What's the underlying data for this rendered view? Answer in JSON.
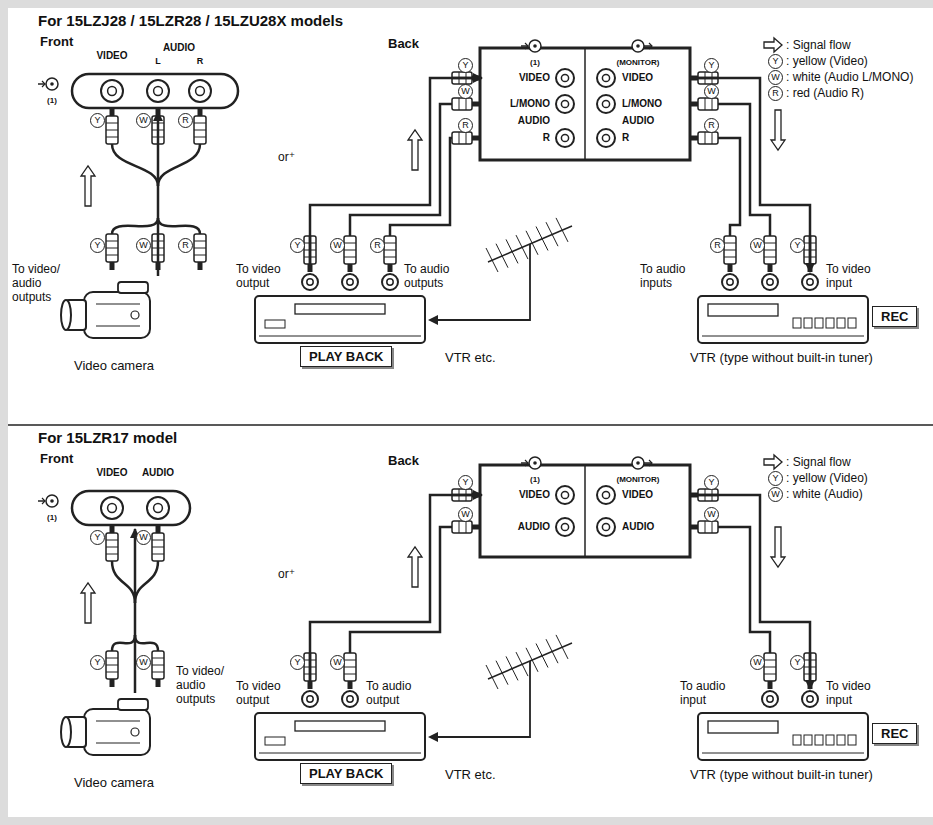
{
  "diagram": {
    "nodes": [
      {
        "text": [
          "For 15LZJ28 / 15LZR28 / 15LZU28X models"
        ]
      },
      {
        "text": [
          "VIDEO",
          "AUDIO",
          "L",
          "R"
        ],
        "in": 0
      },
      {
        "text": [
          "Video camera"
        ],
        "in": 0
      },
      {
        "text": [
          "(1)",
          "VIDEO",
          "L/MONO",
          "AUDIO",
          "R"
        ],
        "in": 0
      },
      {
        "text": [
          "(MONITOR)",
          "VIDEO",
          "L/MONO",
          "AUDIO",
          "R"
        ],
        "in": 0
      },
      {
        "text": [
          "PLAY BACK",
          "VTR etc."
        ],
        "in": 0
      },
      {
        "text": [
          "REC",
          "VTR (type without built-in tuner)"
        ],
        "in": 0
      },
      {
        "text": [
          "For 15LZR17 model"
        ]
      },
      {
        "text": [
          "VIDEO",
          "AUDIO"
        ],
        "in": 7
      },
      {
        "text": [
          "Video camera"
        ],
        "in": 7
      },
      {
        "text": [
          "(1)",
          "VIDEO",
          "AUDIO"
        ],
        "in": 7
      },
      {
        "text": [
          "(MONITOR)",
          "VIDEO",
          "AUDIO"
        ],
        "in": 7
      },
      {
        "text": [
          "PLAY BACK",
          "VTR etc."
        ],
        "in": 7
      },
      {
        "text": [
          "REC",
          "VTR (type without built-in tuner)"
        ],
        "in": 7
      }
    ],
    "edges": [
      {
        "from": 2,
        "to": 1,
        "arrow": "to"
      },
      {
        "from": 5,
        "to": 3,
        "arrow": "to"
      },
      {
        "from": 4,
        "to": 6,
        "arrow": "to"
      },
      {
        "from": 9,
        "to": 8,
        "arrow": "to"
      },
      {
        "from": 12,
        "to": 10,
        "arrow": "to"
      },
      {
        "from": 11,
        "to": 13,
        "arrow": "to"
      }
    ],
    "labels": [
      "Front",
      "(1)",
      "Y",
      "W",
      "R",
      "Y",
      "W",
      "R",
      "To video/ audio outputs",
      "or⁺",
      "Back",
      "Y",
      "W",
      "R",
      "Y",
      "W",
      "R",
      "To video output",
      "To audio outputs",
      "Y",
      "W",
      "R",
      "R",
      "W",
      "Y",
      "To audio inputs",
      "To video input",
      "Y",
      "W",
      "R",
      "Front",
      "(1)",
      "Y",
      "W",
      "Y",
      "W",
      "To video/ audio outputs",
      "or⁺",
      "Back",
      "Y",
      "W",
      "Y",
      "W",
      "To video output",
      "To audio output",
      "Y",
      "W",
      "W",
      "Y",
      "To audio input",
      "To video input",
      "Y",
      "W"
    ],
    "legend": [
      {
        "text": ": Signal flow"
      },
      {
        "text": ": yellow (Video)"
      },
      {
        "text": ": white (Audio L/MONO)"
      },
      {
        "text": ": red (Audio R)"
      },
      {
        "text": ": Signal flow"
      },
      {
        "text": ": yellow (Video)"
      },
      {
        "text": ": white (Audio)"
      }
    ]
  }
}
